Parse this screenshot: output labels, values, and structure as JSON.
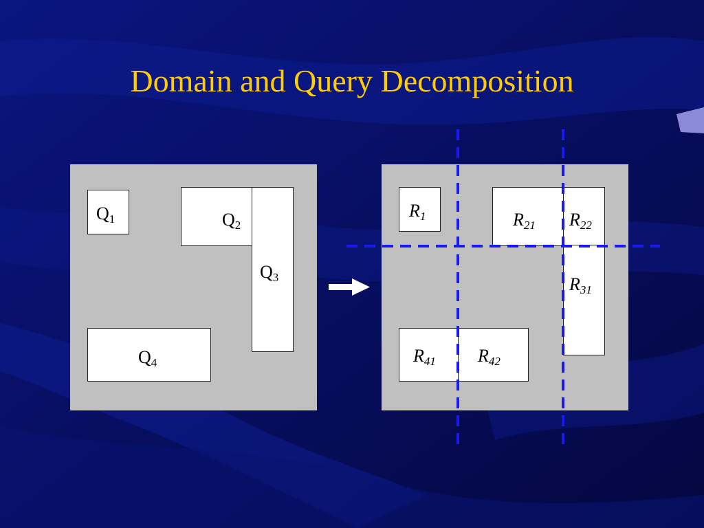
{
  "slide": {
    "title": "Domain and Query Decomposition",
    "colors": {
      "background": "#05084a",
      "title": "#ffcc00",
      "panel": "#c0c0c0",
      "box": "#ffffff",
      "dashed_lines": "#1a1aee",
      "arrow": "#ffffff"
    }
  },
  "left_panel": {
    "q1": {
      "main": "Q",
      "sub": "1"
    },
    "q2": {
      "main": "Q",
      "sub": "2"
    },
    "q3": {
      "main": "Q",
      "sub": "3"
    },
    "q4": {
      "main": "Q",
      "sub": "4"
    }
  },
  "right_panel": {
    "r1": {
      "main": "R",
      "sub": "1"
    },
    "r21": {
      "main": "R",
      "sub": "21"
    },
    "r22": {
      "main": "R",
      "sub": "22"
    },
    "r31": {
      "main": "R",
      "sub": "31"
    },
    "r41": {
      "main": "R",
      "sub": "41"
    },
    "r42": {
      "main": "R",
      "sub": "42"
    }
  },
  "transition": {
    "icon": "right-arrow-icon"
  }
}
